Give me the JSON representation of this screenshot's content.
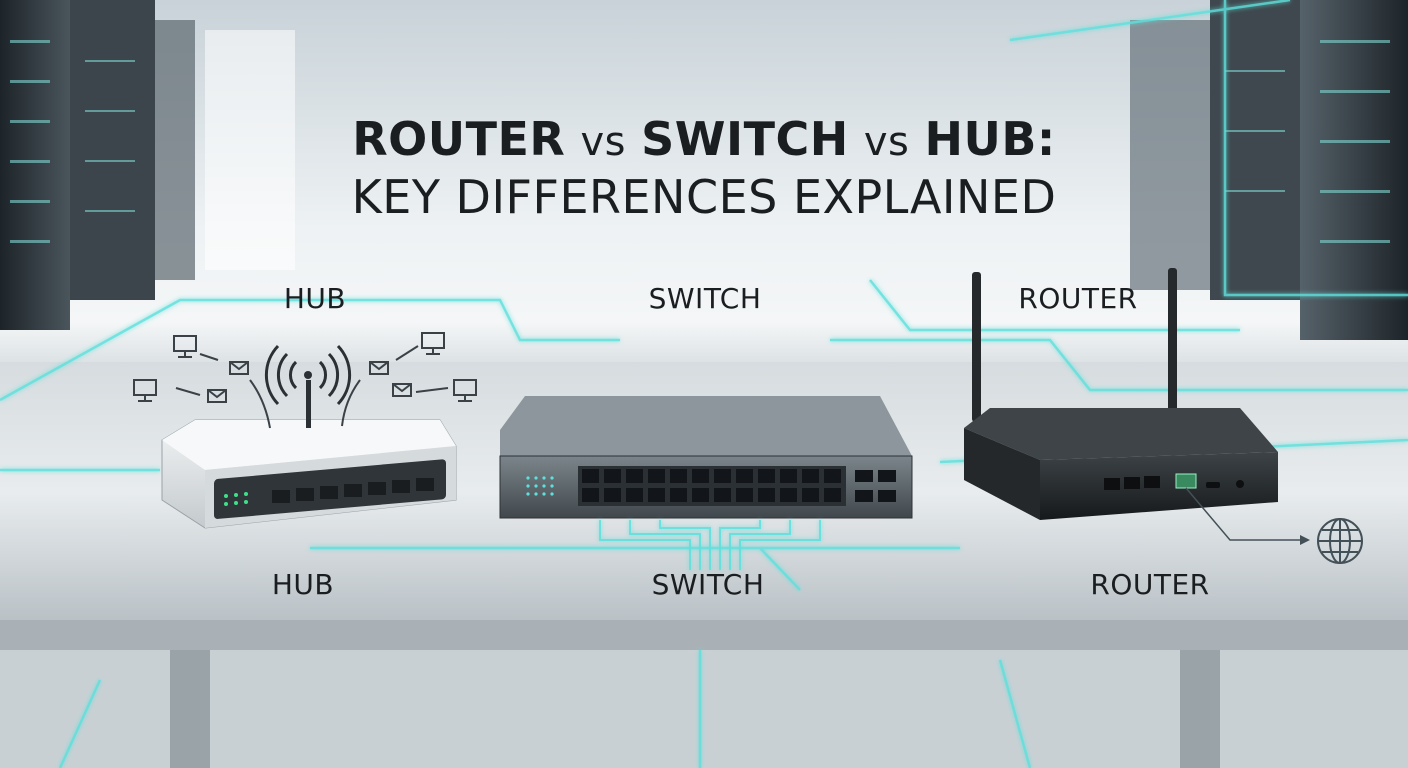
{
  "title": {
    "line1": {
      "word1": "ROUTER",
      "vs1": "vs",
      "word2": "SWITCH",
      "vs2": "vs",
      "word3": "HUB:"
    },
    "line2": "KEY DIFFERENCES EXPLAINED"
  },
  "devices": {
    "hub": {
      "label_top": "HUB",
      "label_bottom": "HUB"
    },
    "switch": {
      "label_top": "SWITCH",
      "label_bottom": "SWITCH"
    },
    "router": {
      "label_top": "ROUTER",
      "label_bottom": "ROUTER"
    }
  },
  "colors": {
    "accent_cyan": "#5fe0dc",
    "text_dark": "#1b1e21",
    "device_dark": "#2e3337",
    "device_light": "#e6e9eb",
    "led_green": "#3fe08a"
  },
  "icons": [
    "computer-icon",
    "envelope-icon",
    "wifi-signal-icon",
    "globe-icon",
    "arrow-icon"
  ]
}
